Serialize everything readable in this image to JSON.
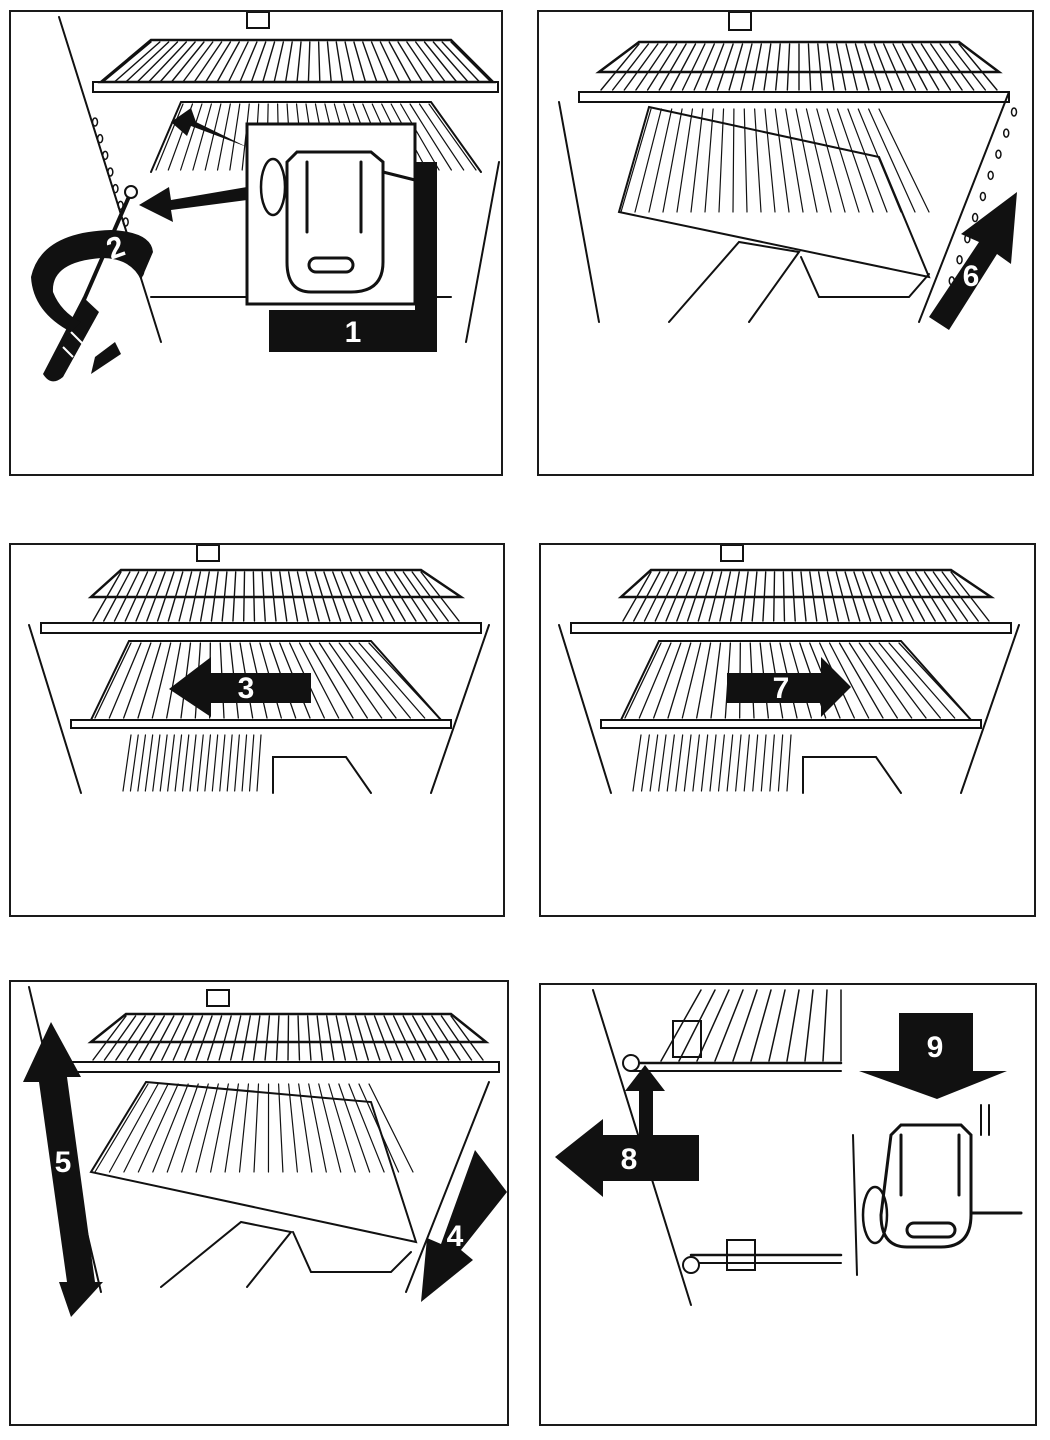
{
  "steps": {
    "s1": "1",
    "s2": "2",
    "s3": "3",
    "s4": "4",
    "s5": "5",
    "s6": "6",
    "s7": "7",
    "s8": "8",
    "s9": "9"
  },
  "colors": {
    "ink": "#111111",
    "paper": "#ffffff",
    "label_text": "#ffffff"
  }
}
